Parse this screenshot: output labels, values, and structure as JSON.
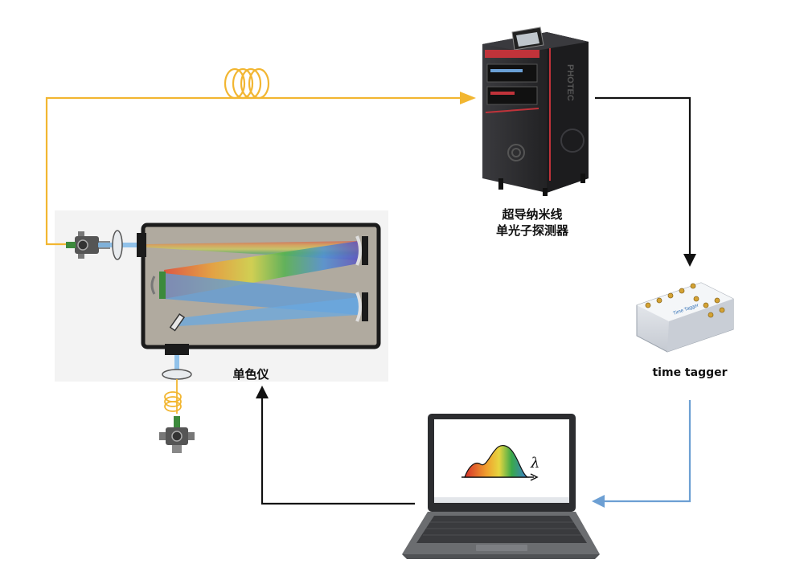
{
  "labels": {
    "snspd_line1": "超导纳米线",
    "snspd_line2": "单光子探测器",
    "monochromator": "单色仪",
    "time_tagger": "time tagger",
    "spectrum_symbol": "λ",
    "detector_brand": "PHOTEC"
  },
  "colors": {
    "fiber": "#f2b631",
    "signal_arrow": "#111111",
    "data_link": "#6c9fd3",
    "monochromator_body": "#b0aa9f",
    "monochromator_frame": "#1b1b1b",
    "detector_body": "#2a2a2c",
    "detector_accent": "#c0333a",
    "tagger_body": "#d9dde3",
    "tagger_connector": "#d4a233",
    "laptop_body": "#6b6d70"
  }
}
